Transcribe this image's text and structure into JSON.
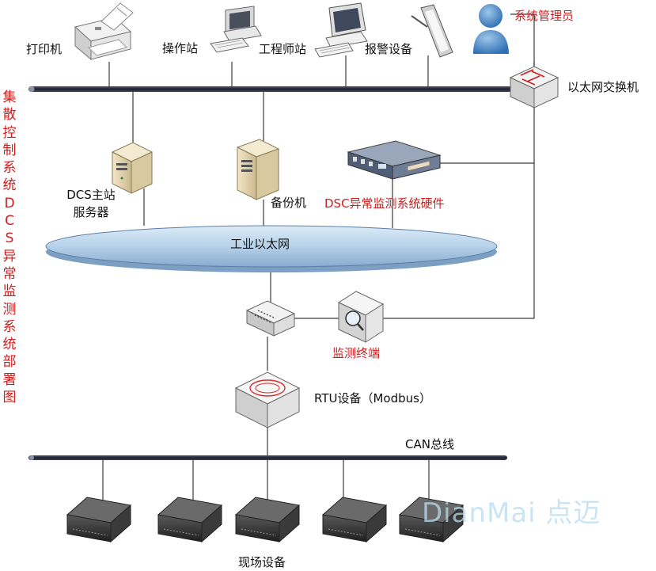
{
  "side_title": "集散控制系统DCS异常监测系统部署图",
  "labels": {
    "printer": "打印机",
    "operator_station": "操作站",
    "engineer_station": "工程师站",
    "alarm_device": "报警设备",
    "sysadmin": "系统管理员",
    "ethernet_switch": "以太网交换机",
    "dcs_server_line1": "DCS主站",
    "dcs_server_line2": "服务器",
    "backup": "备份机",
    "dsc_hardware": "DSC异常监测系统硬件",
    "industrial_ethernet": "工业以太网",
    "monitor_terminal": "监测终端",
    "rtu": "RTU设备（Modbus）",
    "can_bus": "CAN总线",
    "field_devices": "现场设备"
  },
  "watermark": "DianMai 点迈",
  "colors": {
    "red_label": "#cc1f1f",
    "bus": "#1e2a44",
    "ellipse_fill": "#a7c9e6",
    "line": "#333333"
  }
}
